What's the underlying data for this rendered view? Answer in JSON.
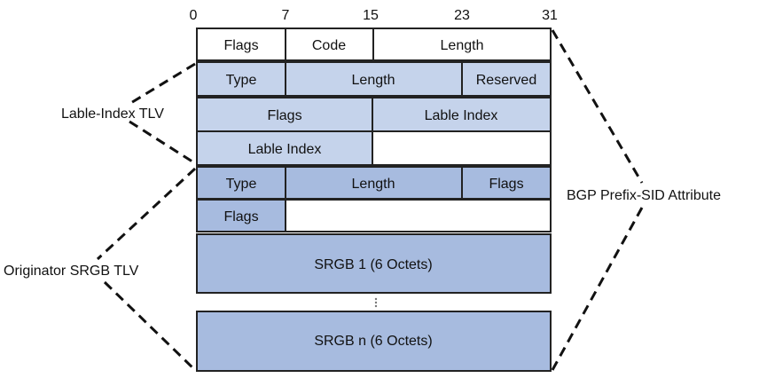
{
  "bit_positions": [
    "0",
    "7",
    "15",
    "23",
    "31"
  ],
  "labels": {
    "label_index_tlv": "Lable-Index TLV",
    "originator_srgb_tlv": "Originator SRGB TLV",
    "attribute": "BGP Prefix-SID Attribute"
  },
  "fields": {
    "row1": {
      "flags": "Flags",
      "code": "Code",
      "length": "Length"
    },
    "row2": {
      "type": "Type",
      "length": "Length",
      "reserved": "Reserved"
    },
    "row3": {
      "flags": "Flags",
      "label_index": "Lable Index"
    },
    "row4": {
      "label_index": "Lable Index"
    },
    "row5": {
      "type": "Type",
      "length": "Length",
      "flags": "Flags"
    },
    "row6": {
      "flags": "Flags"
    },
    "srgb_first": "SRGB 1 (6 Octets)",
    "srgb_last": "SRGB n (6 Octets)"
  },
  "colors": {
    "label_index_tlv_fill": "#c5d3eb",
    "originator_srgb_tlv_fill": "#a7bbdf",
    "border": "#222222"
  }
}
